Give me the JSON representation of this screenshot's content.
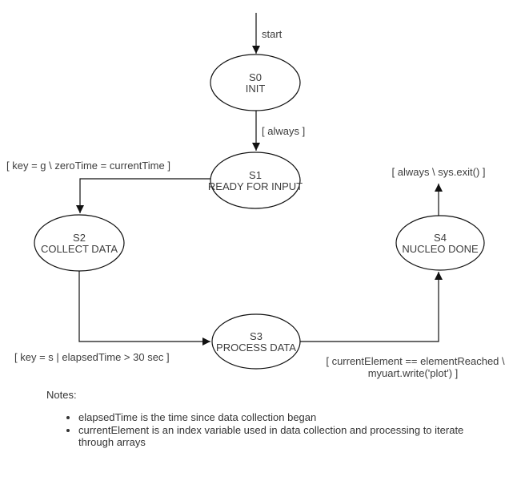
{
  "diagram": {
    "start_label": "start",
    "states": {
      "s0": {
        "id": "S0",
        "name": "INIT"
      },
      "s1": {
        "id": "S1",
        "name": "READY FOR INPUT"
      },
      "s2": {
        "id": "S2",
        "name": "COLLECT DATA"
      },
      "s3": {
        "id": "S3",
        "name": "PROCESS DATA"
      },
      "s4": {
        "id": "S4",
        "name": "NUCLEO DONE"
      }
    },
    "transitions": {
      "s0_s1": "[ always ]",
      "s1_s2": "[ key = g \\ zeroTime = currentTime ]",
      "s2_s3": "[ key = s  |  elapsedTime > 30 sec ]",
      "s3_s4_line1": "[ currentElement == elementReached \\",
      "s3_s4_line2": "myuart.write('plot') ]",
      "s4_exit": "[ always \\ sys.exit() ]"
    },
    "colors": {
      "stroke": "#111111",
      "text": "#3d3d3d"
    }
  },
  "notes": {
    "title": "Notes:",
    "items": [
      "elapsedTime is the time since data collection began",
      "currentElement is an index variable used in data collection and processing to iterate through arrays"
    ]
  }
}
